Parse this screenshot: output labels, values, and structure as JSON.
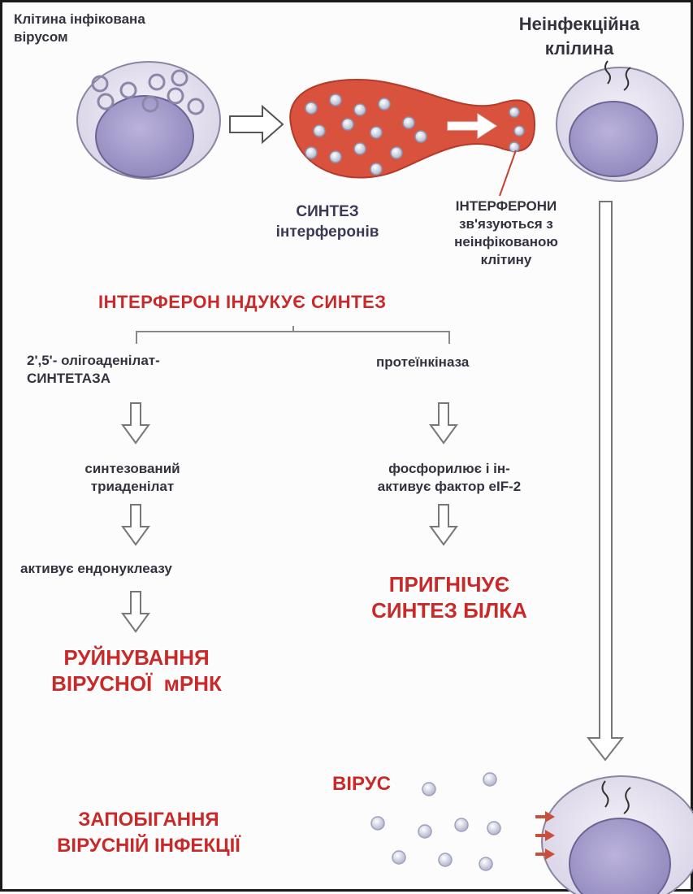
{
  "labels": {
    "infected_cell": "Клітина інфікована\nвірусом",
    "noninfectious_cell": "Неінфекційна\nклілина",
    "interferon_synthesis": "СИНТЕЗ\nінтерферонів",
    "interferons_bind": "ІНТЕРФЕРОНИ\nзв'язуються з\nнеінфікованою\nклітину",
    "interferon_induces": "ІНТЕРФЕРОН ІНДУКУЄ СИНТЕЗ",
    "oligoadenylate": "2',5'- олігоаденілат-\nСИНТЕТАЗА",
    "protein_kinase": "протеїнкіназа",
    "triadenylate": "синтезований\nтриаденілат",
    "phosphorylates": "фосфорилює і ін-\nактивує фактор eIF-2",
    "activates_endonuclease": "активує ендонуклеазу",
    "inhibits_protein": "ПРИГНІЧУЄ\nСИНТЕЗ БІЛКА",
    "mrna_destruction": "РУЙНУВАННЯ\nВІРУСНОЇ  мРНК",
    "virus": "ВІРУС",
    "prevention": "ЗАПОБІГАННЯ\nВІРУСНІЙ ІНФЕКЦІЇ"
  },
  "colors": {
    "cell_fill": "#e7e3ef",
    "nucleus_fill": "#a29ac6",
    "interferon_body": "#d9523d",
    "heading_red": "#c82a2a",
    "particle": "#bfc4d6"
  }
}
